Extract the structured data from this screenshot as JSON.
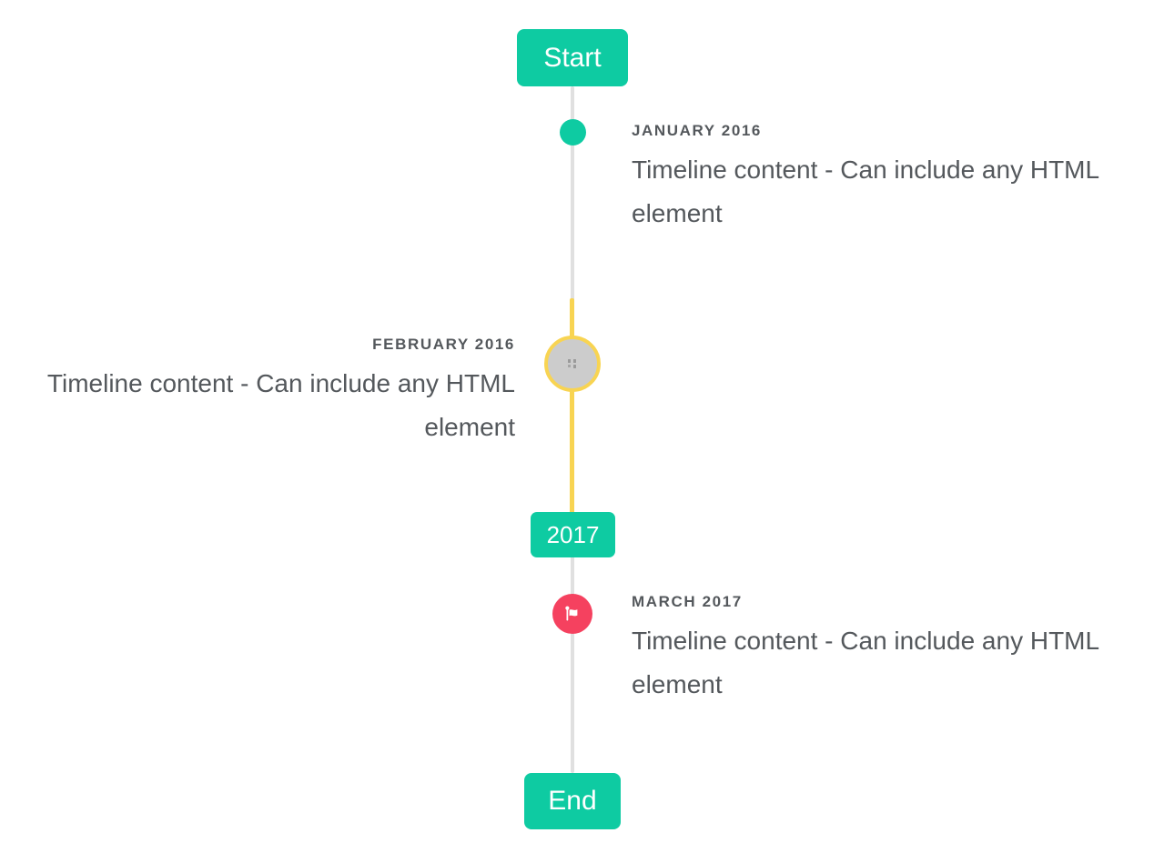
{
  "colors": {
    "teal": "#0ecba2",
    "yellow": "#f8d452",
    "red": "#f5415f",
    "line_gray": "#e0e0e0",
    "circle_gray": "#cccccc",
    "text": "#54585c",
    "white": "#ffffff"
  },
  "timeline": {
    "start_button": "Start",
    "end_button": "End",
    "year_badge": "2017",
    "items": [
      {
        "title": "JANUARY 2016",
        "content": "Timeline content - Can include any HTML element",
        "side": "right",
        "marker": "teal-dot"
      },
      {
        "title": "FEBRUARY 2016",
        "content": "Timeline content - Can include any HTML element",
        "side": "left",
        "marker": "gray-image-circle-yellow-ring"
      },
      {
        "title": "MARCH 2017",
        "content": "Timeline content - Can include any HTML element",
        "side": "right",
        "marker": "red-flag-circle"
      }
    ]
  }
}
